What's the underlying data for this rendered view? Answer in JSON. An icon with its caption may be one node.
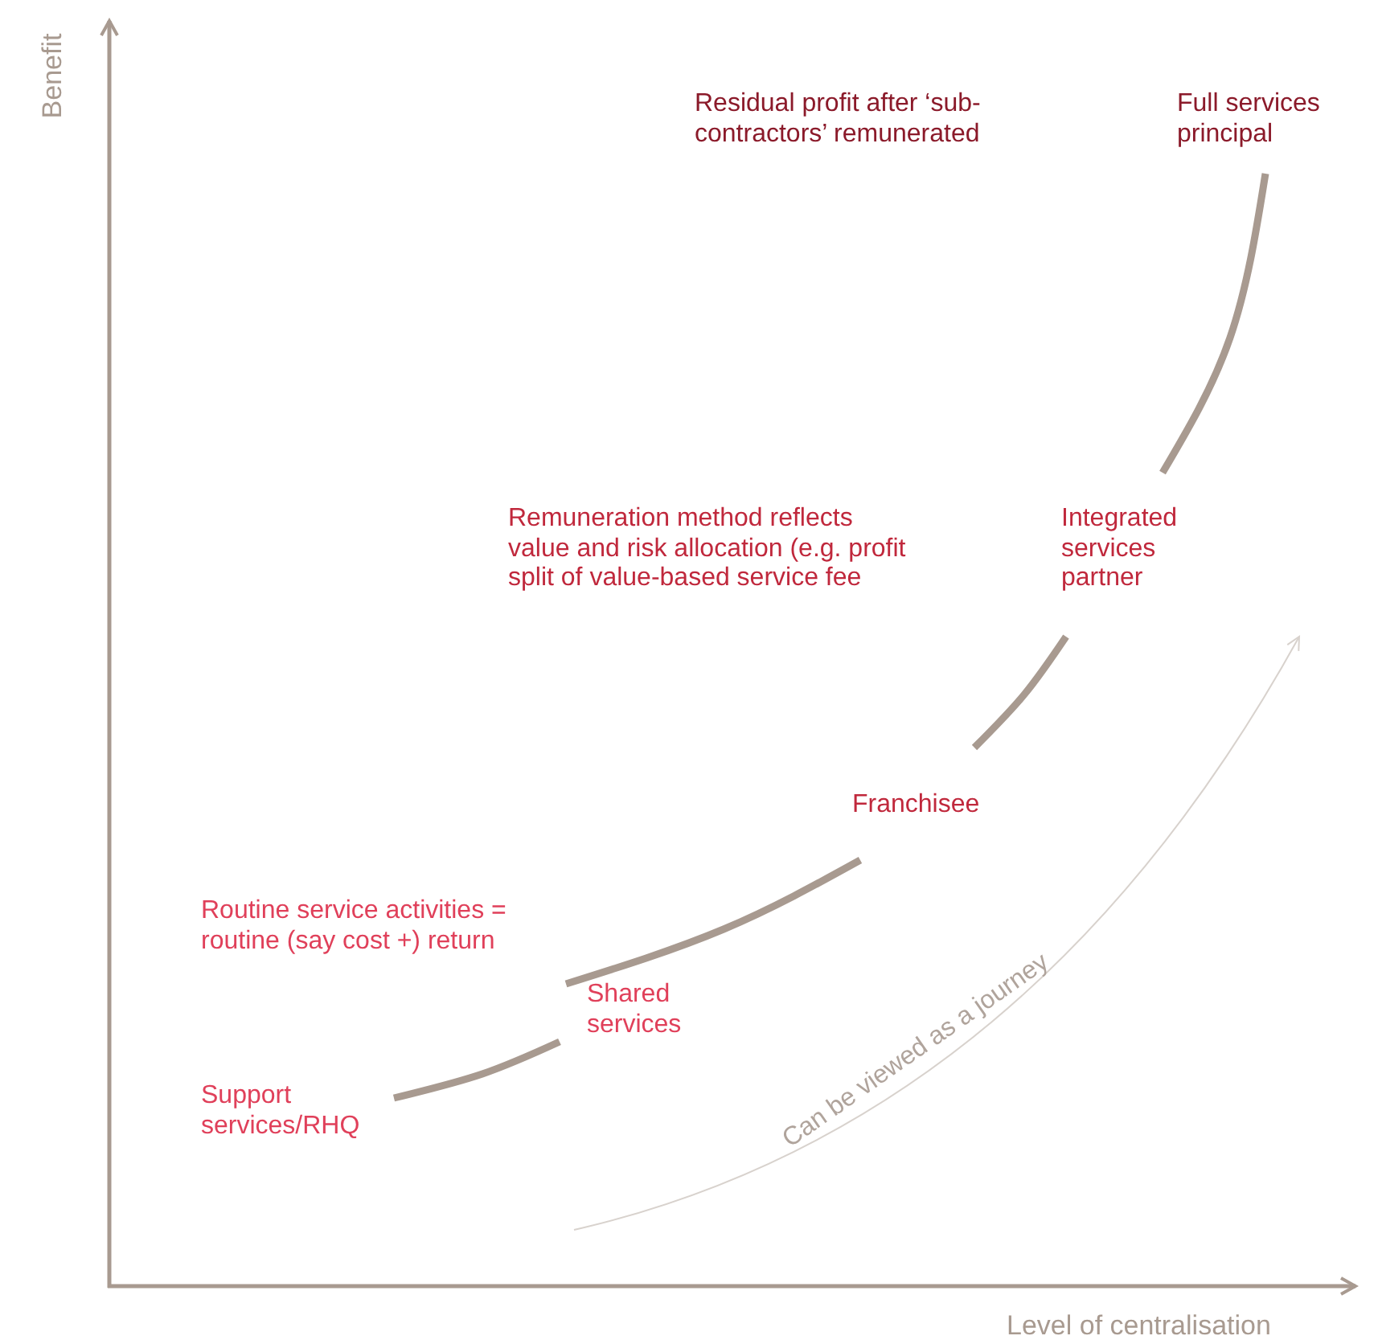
{
  "diagram": {
    "nodes": [
      {
        "text": [
          "Support services/RHQ"
        ]
      },
      {
        "text": [
          "Shared services"
        ]
      },
      {
        "text": [
          "Franchisee"
        ]
      },
      {
        "text": [
          "Integrated services partner"
        ]
      },
      {
        "text": [
          "Full services principal"
        ]
      }
    ],
    "edges": [
      {
        "from": 0,
        "to": 1,
        "arrow": "none"
      },
      {
        "from": 1,
        "to": 2,
        "arrow": "none"
      },
      {
        "from": 2,
        "to": 3,
        "arrow": "none"
      },
      {
        "from": 3,
        "to": 4,
        "arrow": "none"
      }
    ],
    "labels": [
      "Benefit",
      "Residual profit after ‘sub-contractors’ remunerated",
      "Remuneration method reflects value and risk allocation (e.g. profit split of value-based service fee",
      "Routine service activities = routine (say cost +) return",
      "Can be viewed as a journey",
      "Level of centralisation"
    ]
  }
}
